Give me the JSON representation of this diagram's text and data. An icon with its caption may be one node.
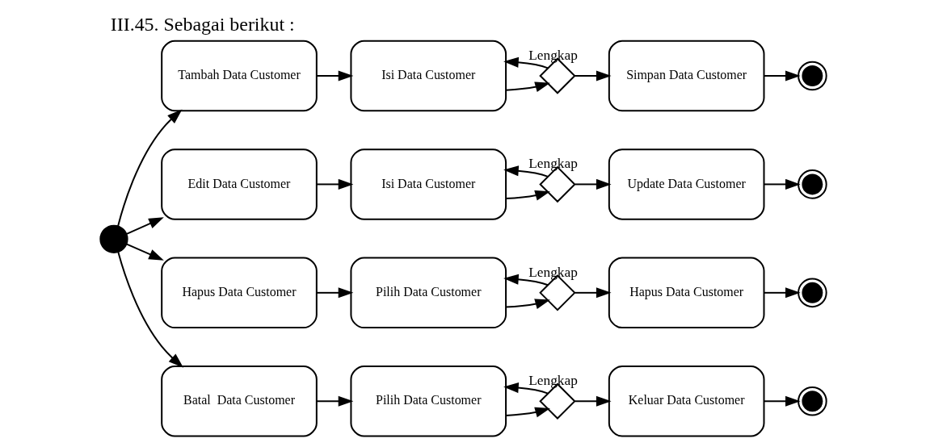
{
  "diagram": {
    "title": "III.45. Sebagai berikut :",
    "nodes": [
      {
        "text": [],
        "shape": "circle"
      },
      {
        "text": [
          "Tambah Data Customer"
        ]
      },
      {
        "text": [
          "Isi Data Customer"
        ]
      },
      {
        "text": [],
        "shape": "diamond"
      },
      {
        "text": [
          "Simpan Data Customer"
        ]
      },
      {
        "text": [],
        "shape": "bullseye"
      },
      {
        "text": [
          "Edit Data Customer"
        ]
      },
      {
        "text": [
          "Isi Data Customer"
        ]
      },
      {
        "text": [],
        "shape": "diamond"
      },
      {
        "text": [
          "Update Data Customer"
        ]
      },
      {
        "text": [],
        "shape": "bullseye"
      },
      {
        "text": [
          "Hapus Data Customer"
        ]
      },
      {
        "text": [
          "Pilih Data Customer"
        ]
      },
      {
        "text": [],
        "shape": "diamond"
      },
      {
        "text": [
          "Hapus Data Customer"
        ]
      },
      {
        "text": [],
        "shape": "bullseye"
      },
      {
        "text": [
          "Batal  Data Customer"
        ]
      },
      {
        "text": [
          "Pilih Data Customer"
        ]
      },
      {
        "text": [],
        "shape": "diamond"
      },
      {
        "text": [
          "Keluar Data Customer"
        ]
      },
      {
        "text": [],
        "shape": "bullseye"
      }
    ],
    "edges": [
      {
        "from": 0,
        "to": 1,
        "arrow": "to"
      },
      {
        "from": 0,
        "to": 6,
        "arrow": "to"
      },
      {
        "from": 0,
        "to": 11,
        "arrow": "to"
      },
      {
        "from": 0,
        "to": 16,
        "arrow": "to"
      },
      {
        "from": 1,
        "to": 2,
        "arrow": "to"
      },
      {
        "from": 2,
        "to": 3,
        "arrow": "to"
      },
      {
        "from": 3,
        "to": 2,
        "arrow": "to",
        "label": "Lengkap"
      },
      {
        "from": 3,
        "to": 4,
        "arrow": "to"
      },
      {
        "from": 4,
        "to": 5,
        "arrow": "to"
      },
      {
        "from": 6,
        "to": 7,
        "arrow": "to"
      },
      {
        "from": 7,
        "to": 8,
        "arrow": "to"
      },
      {
        "from": 8,
        "to": 7,
        "arrow": "to",
        "label": "Lengkap"
      },
      {
        "from": 8,
        "to": 9,
        "arrow": "to"
      },
      {
        "from": 9,
        "to": 10,
        "arrow": "to"
      },
      {
        "from": 11,
        "to": 12,
        "arrow": "to"
      },
      {
        "from": 12,
        "to": 13,
        "arrow": "to"
      },
      {
        "from": 13,
        "to": 12,
        "arrow": "to",
        "label": "Lengkap"
      },
      {
        "from": 13,
        "to": 14,
        "arrow": "to"
      },
      {
        "from": 14,
        "to": 15,
        "arrow": "to"
      },
      {
        "from": 16,
        "to": 17,
        "arrow": "to"
      },
      {
        "from": 17,
        "to": 18,
        "arrow": "to"
      },
      {
        "from": 18,
        "to": 17,
        "arrow": "to",
        "label": "Lengkap"
      },
      {
        "from": 18,
        "to": 19,
        "arrow": "to"
      },
      {
        "from": 19,
        "to": 20,
        "arrow": "to"
      }
    ]
  }
}
